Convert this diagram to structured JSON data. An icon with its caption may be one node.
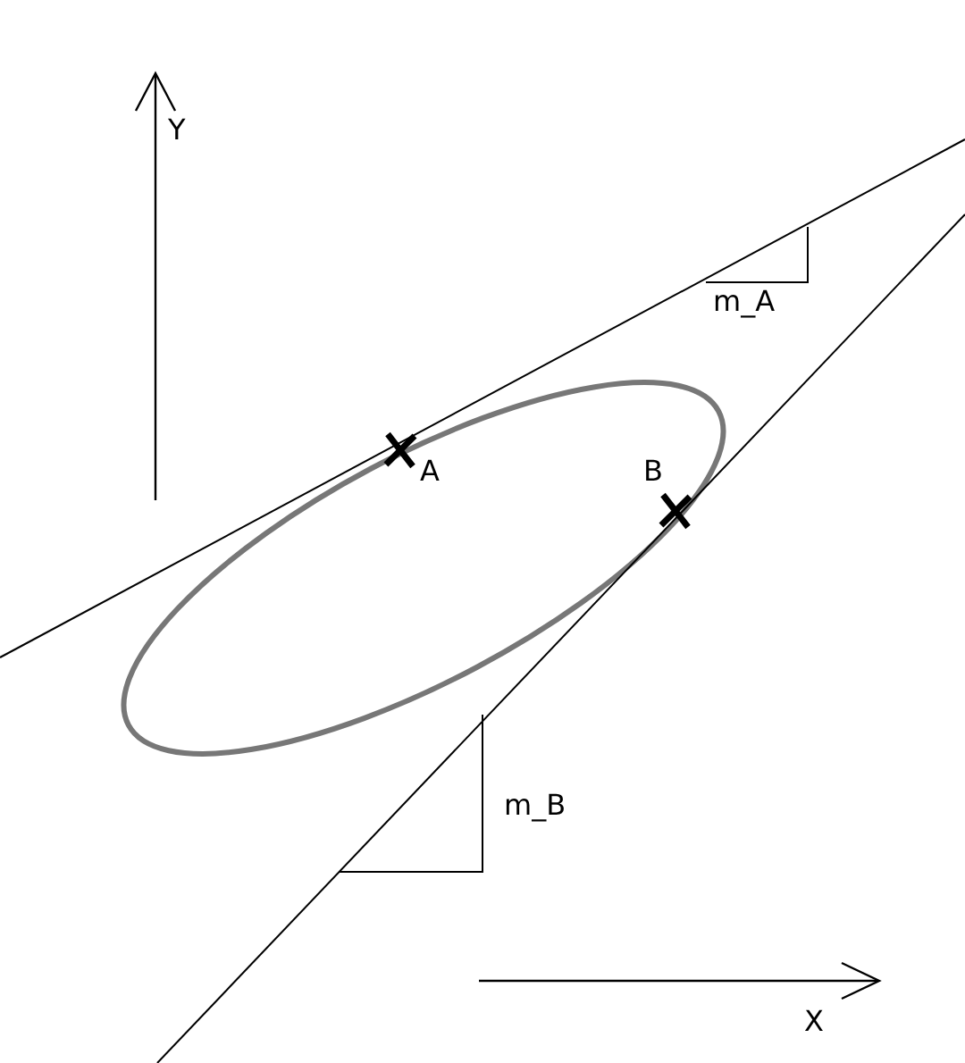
{
  "diagram": {
    "labels": [
      "Y",
      "m_A",
      "A",
      "B",
      "m_B",
      "X"
    ]
  }
}
